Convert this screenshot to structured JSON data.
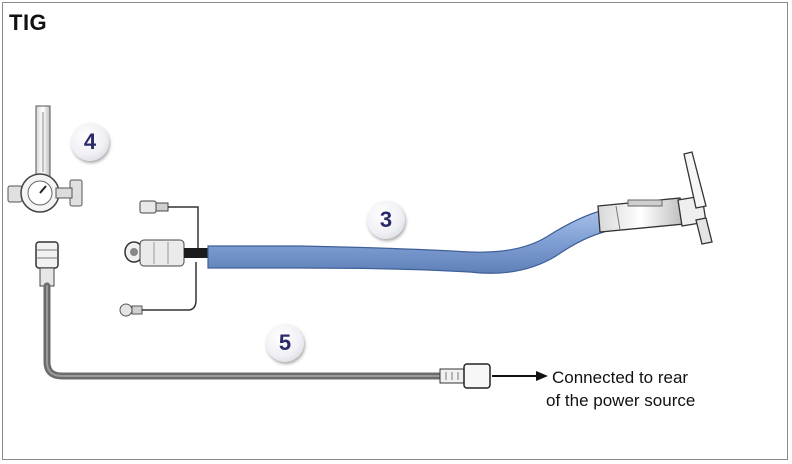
{
  "title": "TIG",
  "labels": {
    "flowmeter": "4",
    "torch_hose": "3",
    "gas_hose": "5"
  },
  "caption": {
    "line1": "Connected to rear",
    "line2": "of the power source"
  },
  "colors": {
    "hose_blue": "#7f9fd4",
    "gas_line": "#6b6b6b",
    "badge_text": "#2a2a6a"
  }
}
